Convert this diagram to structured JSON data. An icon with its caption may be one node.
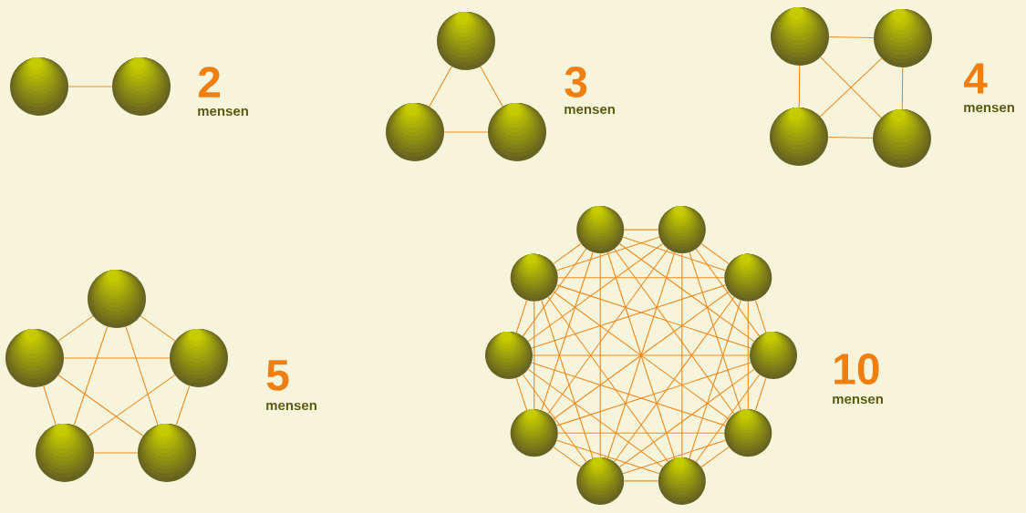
{
  "diagram": {
    "nodes": [
      {
        "text": [],
        "shape": "circle"
      },
      {
        "text": [],
        "shape": "circle"
      },
      {
        "text": [],
        "shape": "circle"
      },
      {
        "text": [],
        "shape": "circle"
      },
      {
        "text": [],
        "shape": "circle"
      },
      {
        "text": [],
        "shape": "circle"
      },
      {
        "text": [],
        "shape": "circle"
      },
      {
        "text": [],
        "shape": "circle"
      },
      {
        "text": [],
        "shape": "circle"
      },
      {
        "text": [],
        "shape": "circle"
      },
      {
        "text": [],
        "shape": "circle"
      },
      {
        "text": [],
        "shape": "circle"
      },
      {
        "text": [],
        "shape": "circle"
      },
      {
        "text": [],
        "shape": "circle"
      },
      {
        "text": [],
        "shape": "circle"
      },
      {
        "text": [],
        "shape": "circle"
      },
      {
        "text": [],
        "shape": "circle"
      },
      {
        "text": [],
        "shape": "circle"
      },
      {
        "text": [],
        "shape": "circle"
      },
      {
        "text": [],
        "shape": "circle"
      },
      {
        "text": [],
        "shape": "circle"
      },
      {
        "text": [],
        "shape": "circle"
      },
      {
        "text": [],
        "shape": "circle"
      },
      {
        "text": [],
        "shape": "circle"
      }
    ],
    "edges": [
      {
        "from": 0,
        "to": 1,
        "arrow": "none"
      },
      {
        "from": 2,
        "to": 3,
        "arrow": "none"
      },
      {
        "from": 2,
        "to": 4,
        "arrow": "none"
      },
      {
        "from": 3,
        "to": 4,
        "arrow": "none"
      },
      {
        "from": 5,
        "to": 6,
        "arrow": "none"
      },
      {
        "from": 5,
        "to": 7,
        "arrow": "none"
      },
      {
        "from": 5,
        "to": 8,
        "arrow": "none"
      },
      {
        "from": 6,
        "to": 7,
        "arrow": "none"
      },
      {
        "from": 6,
        "to": 8,
        "arrow": "none"
      },
      {
        "from": 7,
        "to": 8,
        "arrow": "none"
      },
      {
        "from": 9,
        "to": 10,
        "arrow": "none"
      },
      {
        "from": 9,
        "to": 11,
        "arrow": "none"
      },
      {
        "from": 9,
        "to": 12,
        "arrow": "none"
      },
      {
        "from": 9,
        "to": 13,
        "arrow": "none"
      },
      {
        "from": 10,
        "to": 11,
        "arrow": "none"
      },
      {
        "from": 10,
        "to": 12,
        "arrow": "none"
      },
      {
        "from": 10,
        "to": 13,
        "arrow": "none"
      },
      {
        "from": 11,
        "to": 12,
        "arrow": "none"
      },
      {
        "from": 11,
        "to": 13,
        "arrow": "none"
      },
      {
        "from": 12,
        "to": 13,
        "arrow": "none"
      },
      {
        "from": 14,
        "to": 15,
        "arrow": "none"
      },
      {
        "from": 14,
        "to": 16,
        "arrow": "none"
      },
      {
        "from": 14,
        "to": 17,
        "arrow": "none"
      },
      {
        "from": 14,
        "to": 18,
        "arrow": "none"
      },
      {
        "from": 14,
        "to": 19,
        "arrow": "none"
      },
      {
        "from": 14,
        "to": 20,
        "arrow": "none"
      },
      {
        "from": 14,
        "to": 21,
        "arrow": "none"
      },
      {
        "from": 14,
        "to": 22,
        "arrow": "none"
      },
      {
        "from": 14,
        "to": 23,
        "arrow": "none"
      },
      {
        "from": 15,
        "to": 16,
        "arrow": "none"
      },
      {
        "from": 15,
        "to": 17,
        "arrow": "none"
      },
      {
        "from": 15,
        "to": 18,
        "arrow": "none"
      },
      {
        "from": 15,
        "to": 19,
        "arrow": "none"
      },
      {
        "from": 15,
        "to": 20,
        "arrow": "none"
      },
      {
        "from": 15,
        "to": 21,
        "arrow": "none"
      },
      {
        "from": 15,
        "to": 22,
        "arrow": "none"
      },
      {
        "from": 15,
        "to": 23,
        "arrow": "none"
      },
      {
        "from": 16,
        "to": 17,
        "arrow": "none"
      },
      {
        "from": 16,
        "to": 18,
        "arrow": "none"
      },
      {
        "from": 16,
        "to": 19,
        "arrow": "none"
      },
      {
        "from": 16,
        "to": 20,
        "arrow": "none"
      },
      {
        "from": 16,
        "to": 21,
        "arrow": "none"
      },
      {
        "from": 16,
        "to": 22,
        "arrow": "none"
      },
      {
        "from": 16,
        "to": 23,
        "arrow": "none"
      },
      {
        "from": 17,
        "to": 18,
        "arrow": "none"
      },
      {
        "from": 17,
        "to": 19,
        "arrow": "none"
      },
      {
        "from": 17,
        "to": 20,
        "arrow": "none"
      },
      {
        "from": 17,
        "to": 21,
        "arrow": "none"
      },
      {
        "from": 17,
        "to": 22,
        "arrow": "none"
      },
      {
        "from": 17,
        "to": 23,
        "arrow": "none"
      },
      {
        "from": 18,
        "to": 19,
        "arrow": "none"
      },
      {
        "from": 18,
        "to": 20,
        "arrow": "none"
      },
      {
        "from": 18,
        "to": 21,
        "arrow": "none"
      },
      {
        "from": 18,
        "to": 22,
        "arrow": "none"
      },
      {
        "from": 18,
        "to": 23,
        "arrow": "none"
      },
      {
        "from": 19,
        "to": 20,
        "arrow": "none"
      },
      {
        "from": 19,
        "to": 21,
        "arrow": "none"
      },
      {
        "from": 19,
        "to": 22,
        "arrow": "none"
      },
      {
        "from": 19,
        "to": 23,
        "arrow": "none"
      },
      {
        "from": 20,
        "to": 21,
        "arrow": "none"
      },
      {
        "from": 20,
        "to": 22,
        "arrow": "none"
      },
      {
        "from": 20,
        "to": 23,
        "arrow": "none"
      },
      {
        "from": 21,
        "to": 22,
        "arrow": "none"
      },
      {
        "from": 21,
        "to": 23,
        "arrow": "none"
      },
      {
        "from": 22,
        "to": 23,
        "arrow": "none"
      }
    ],
    "labels": [
      "2",
      "mensen",
      "3",
      "mensen",
      "4",
      "mensen",
      "5",
      "mensen",
      "10",
      "mensen"
    ]
  }
}
